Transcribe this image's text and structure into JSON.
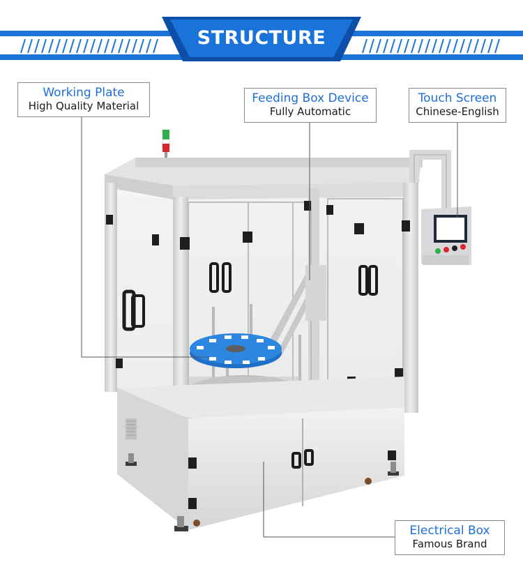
{
  "banner": {
    "title": "STRUCTURE",
    "accent_color": "#1a73d9",
    "dark_color": "#0d4fa8"
  },
  "callouts": {
    "working_plate": {
      "title": "Working Plate",
      "subtitle": "High Quality Material"
    },
    "feeding_box": {
      "title": "Feeding Box Device",
      "subtitle": "Fully Automatic"
    },
    "touch_screen": {
      "title": "Touch Screen",
      "subtitle": "Chinese-English"
    },
    "electrical_box": {
      "title": "Electrical Box",
      "subtitle": "Famous Brand"
    }
  },
  "colors": {
    "callout_title": "#1d6fd8",
    "frame": "#d9d9db",
    "turntable": "#2d86e0"
  }
}
